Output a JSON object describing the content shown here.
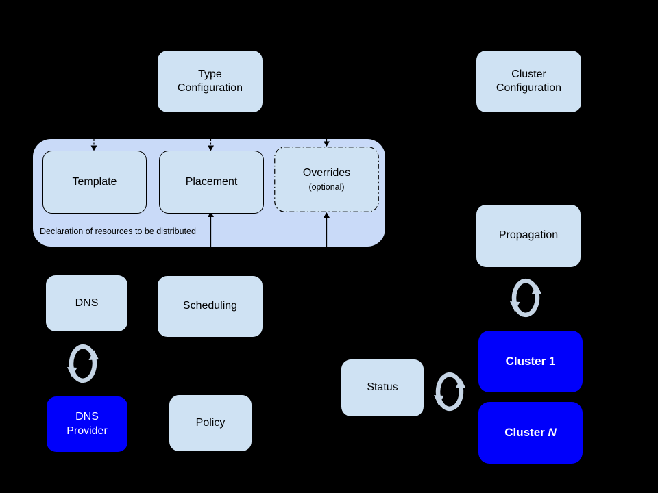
{
  "colors": {
    "background": "#000000",
    "container_fill": "#c9daf8",
    "light_box_fill": "#cfe2f3",
    "blue_box_fill": "#0000fb",
    "box_text": "#000000",
    "blue_box_text": "#ffffff",
    "connector": "#000000",
    "sync_icon": "#c5d4e4"
  },
  "nodes": {
    "type_configuration": {
      "label": "Type\nConfiguration"
    },
    "cluster_configuration": {
      "label": "Cluster\nConfiguration"
    },
    "template": {
      "label": "Template"
    },
    "placement": {
      "label": "Placement"
    },
    "overrides": {
      "label": "Overrides",
      "sublabel": "(optional)"
    },
    "resource_container": {
      "caption": "Declaration of resources to be distributed"
    },
    "dns": {
      "label": "DNS"
    },
    "scheduling": {
      "label": "Scheduling"
    },
    "dns_provider": {
      "label": "DNS\nProvider"
    },
    "policy": {
      "label": "Policy"
    },
    "propagation": {
      "label": "Propagation"
    },
    "status": {
      "label": "Status"
    },
    "cluster_1": {
      "label": "Cluster 1"
    },
    "cluster_n": {
      "label_prefix": "Cluster ",
      "label_italic": "N"
    }
  },
  "icons": {
    "sync": {
      "name": "sync-icon",
      "shape": "two curved arrows forming a cycle",
      "count": 3
    }
  },
  "edges": [
    {
      "target": "template",
      "entry": "top",
      "line_style": "dashed"
    },
    {
      "target": "placement",
      "entry": "top",
      "line_style": "dashed"
    },
    {
      "target": "overrides",
      "entry": "top",
      "line_style": "dash-dot"
    },
    {
      "target": "placement",
      "entry": "bottom",
      "line_style": "solid"
    },
    {
      "target": "overrides",
      "entry": "bottom",
      "line_style": "solid"
    },
    {
      "between": [
        "dns",
        "dns_provider"
      ],
      "icon": "sync-icon"
    },
    {
      "between": [
        "propagation",
        "cluster_1"
      ],
      "icon": "sync-icon"
    },
    {
      "between": [
        "status",
        "cluster_1"
      ],
      "icon": "sync-icon"
    }
  ]
}
